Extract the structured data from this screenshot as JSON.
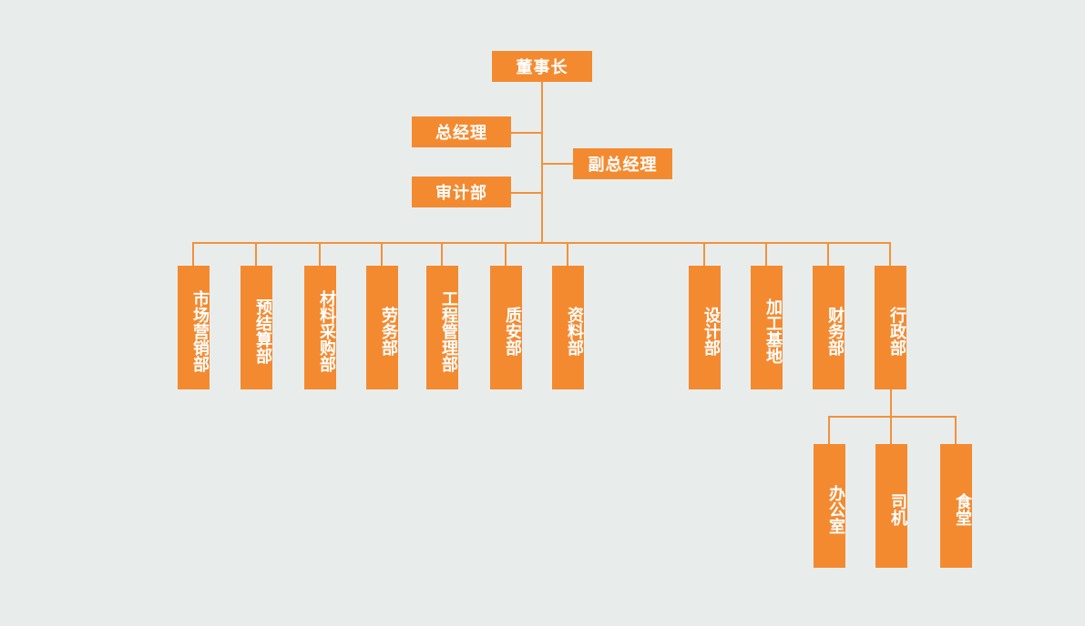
{
  "org_chart": {
    "chairman": "董事长",
    "general_manager": "总经理",
    "deputy_general_manager": "副总经理",
    "audit_department": "审计部",
    "departments": [
      "市场营销部",
      "预结算部",
      "材料采购部",
      "劳务部",
      "工程管理部",
      "质安部",
      "资料部",
      "设计部",
      "加工基地",
      "财务部",
      "行政部"
    ],
    "admin_subunits": [
      "办公室",
      "司机",
      "食堂"
    ]
  },
  "colors": {
    "box": "#f48a30",
    "line": "#f2913b",
    "background": "#e8edec",
    "text": "#ffffff"
  }
}
